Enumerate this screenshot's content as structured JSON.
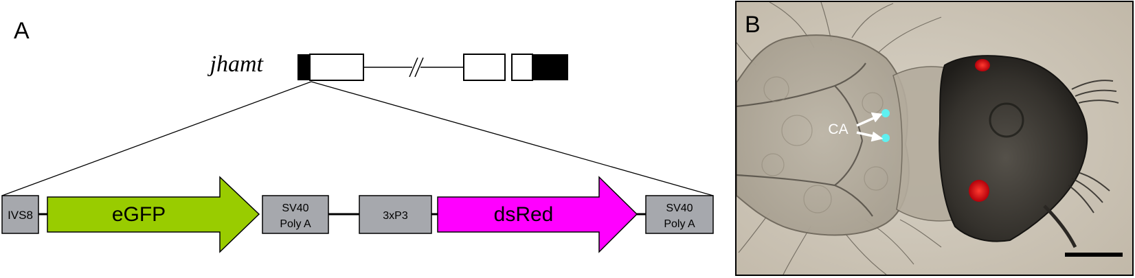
{
  "panel_a": {
    "label": "A",
    "gene_name": "jhamt",
    "construct": {
      "elements": [
        "IVS8",
        "eGFP",
        "SV40",
        "Poly A",
        "3xP3",
        "dsRed",
        "SV40",
        "Poly A"
      ]
    }
  },
  "panel_b": {
    "label": "B",
    "annotation": "CA"
  },
  "colors": {
    "egfp": "#99cc00",
    "dsred": "#ff00ff",
    "regulatory_box": "#a6a8ad",
    "exon_coding": "#000000",
    "outline": "#000000",
    "red_fluorescence": "#ff1a1a",
    "cyan_fluorescence": "#5ff0f0",
    "micrograph_bg": "#cdc5b6",
    "head_capsule": "#3c3933"
  }
}
